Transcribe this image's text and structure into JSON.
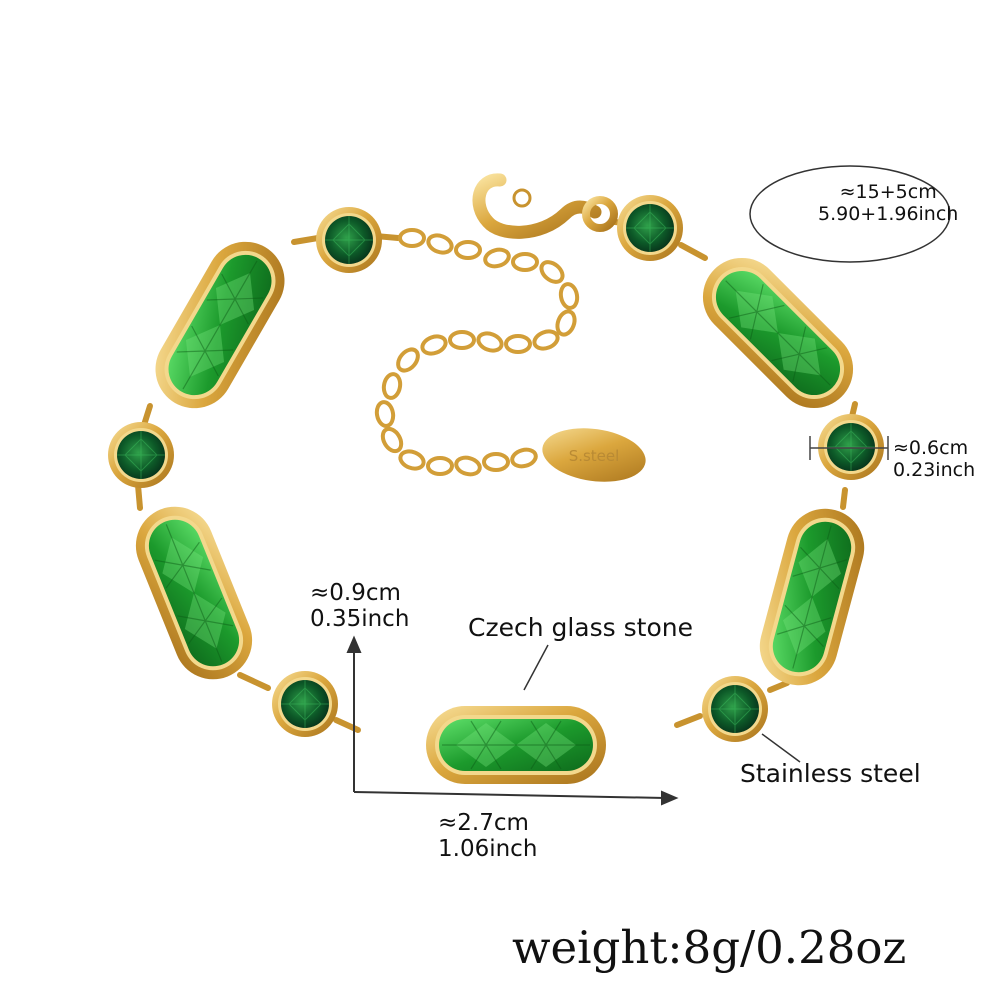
{
  "labels": {
    "length_cm": "≈15+5cm",
    "length_inch": "5.90+1.96inch",
    "small_cm": "≈0.6cm",
    "small_inch": "0.23inch",
    "height_cm": "≈0.9cm",
    "height_inch": "0.35inch",
    "width_cm": "≈2.7cm",
    "width_inch": "1.06inch",
    "stone_material": "Czech glass stone",
    "metal_material": "Stainless steel",
    "weight": "weight:8g/0.28oz",
    "tag_text": "S.steel"
  },
  "colors": {
    "gold": "#d9a640",
    "gold_light": "#f6dc95",
    "gold_dark": "#a8731c",
    "emerald": "#1c9a2c",
    "emerald_light": "#4fd45a",
    "dark_stone": "#0d4a22"
  }
}
